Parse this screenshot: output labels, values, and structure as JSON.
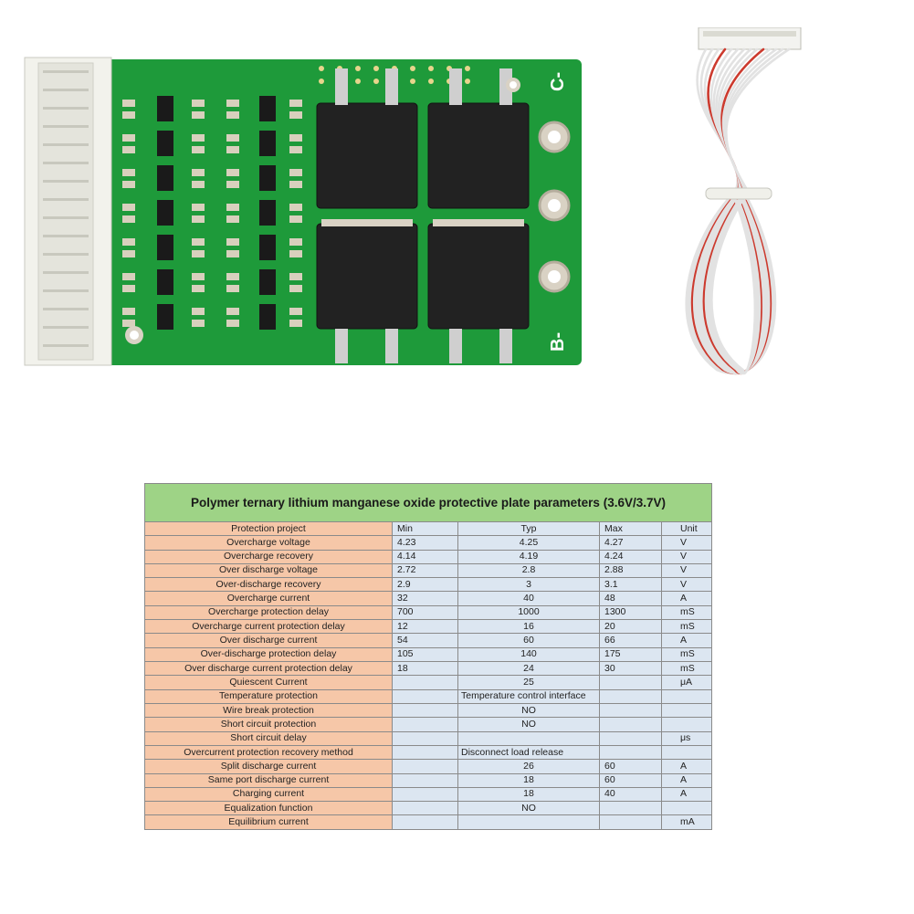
{
  "board": {
    "terminal_labels": [
      "C-",
      "B-"
    ],
    "colors": {
      "pcb": "#1e9a3a",
      "mosfet": "#222222",
      "connector": "#f2f2ec",
      "pad": "#d9d2c4"
    }
  },
  "cable": {
    "colors": {
      "wire_white": "#e6e6e6",
      "wire_red": "#cc3a2e",
      "connector": "#f3f3f0"
    }
  },
  "table": {
    "title": "Polymer ternary lithium manganese oxide protective plate parameters (3.6V/3.7V)",
    "headers": {
      "project": "Protection project",
      "min": "Min",
      "typ": "Typ",
      "max": "Max",
      "unit": "Unit"
    },
    "rows": [
      {
        "project": "Overcharge voltage",
        "min": "4.23",
        "typ": "4.25",
        "max": "4.27",
        "unit": "V"
      },
      {
        "project": "Overcharge recovery",
        "min": "4.14",
        "typ": "4.19",
        "max": "4.24",
        "unit": "V"
      },
      {
        "project": "Over discharge voltage",
        "min": "2.72",
        "typ": "2.8",
        "max": "2.88",
        "unit": "V"
      },
      {
        "project": "Over-discharge recovery",
        "min": "2.9",
        "typ": "3",
        "max": "3.1",
        "unit": "V"
      },
      {
        "project": "Overcharge current",
        "min": "32",
        "typ": "40",
        "max": "48",
        "unit": "A"
      },
      {
        "project": "Overcharge protection delay",
        "min": "700",
        "typ": "1000",
        "max": "1300",
        "unit": "mS"
      },
      {
        "project": "Overcharge current protection delay",
        "min": "12",
        "typ": "16",
        "max": "20",
        "unit": "mS"
      },
      {
        "project": "Over discharge current",
        "min": "54",
        "typ": "60",
        "max": "66",
        "unit": "A"
      },
      {
        "project": "Over-discharge protection delay",
        "min": "105",
        "typ": "140",
        "max": "175",
        "unit": "mS"
      },
      {
        "project": "Over discharge current protection delay",
        "min": "18",
        "typ": "24",
        "max": "30",
        "unit": "mS"
      },
      {
        "project": "Quiescent Current",
        "min": "",
        "typ": "25",
        "max": "",
        "unit": "μA"
      },
      {
        "project": "Temperature protection",
        "min": "",
        "typ": "Temperature control interface",
        "max": "",
        "unit": ""
      },
      {
        "project": "Wire break protection",
        "min": "",
        "typ": "NO",
        "max": "",
        "unit": ""
      },
      {
        "project": "Short circuit protection",
        "min": "",
        "typ": "NO",
        "max": "",
        "unit": ""
      },
      {
        "project": "Short circuit delay",
        "min": "",
        "typ": "",
        "max": "",
        "unit": "μs"
      },
      {
        "project": "Overcurrent protection recovery method",
        "min": "",
        "typ": "Disconnect load release",
        "max": "",
        "unit": ""
      },
      {
        "project": "Split discharge current",
        "min": "",
        "typ": "26",
        "max": "60",
        "unit": "A"
      },
      {
        "project": "Same port discharge current",
        "min": "",
        "typ": "18",
        "max": "60",
        "unit": "A"
      },
      {
        "project": "Charging current",
        "min": "",
        "typ": "18",
        "max": "40",
        "unit": "A"
      },
      {
        "project": "Equalization function",
        "min": "",
        "typ": "NO",
        "max": "",
        "unit": ""
      },
      {
        "project": "Equilibrium current",
        "min": "",
        "typ": "",
        "max": "",
        "unit": "mA"
      }
    ]
  }
}
